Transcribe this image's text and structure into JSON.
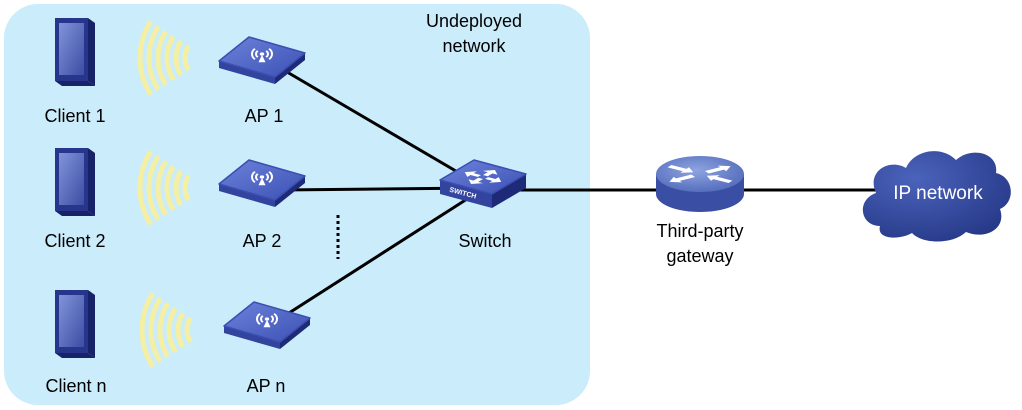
{
  "diagram": {
    "zone": {
      "title_line1": "Undeployed",
      "title_line2": "network"
    },
    "clients": [
      {
        "label": "Client 1",
        "icon": "tablet-client-icon"
      },
      {
        "label": "Client 2",
        "icon": "tablet-client-icon"
      },
      {
        "label": "Client n",
        "icon": "tablet-client-icon"
      }
    ],
    "wireless_icon": "wireless-signal-icon",
    "access_points": [
      {
        "label": "AP 1",
        "icon": "wireless-ap-icon"
      },
      {
        "label": "AP 2",
        "icon": "wireless-ap-icon"
      },
      {
        "label": "AP n",
        "icon": "wireless-ap-icon"
      }
    ],
    "switch": {
      "label": "Switch",
      "face_text": "SWITCH",
      "icon": "switch-icon"
    },
    "gateway": {
      "label_line1": "Third-party",
      "label_line2": "gateway",
      "icon": "router-icon"
    },
    "cloud": {
      "label": "IP network",
      "icon": "cloud-icon"
    }
  },
  "colors": {
    "zone_fill": "#cbecfb",
    "link": "#000000",
    "wave": "#f4efa2",
    "device_front": "#27368c",
    "device_side": "#172268",
    "ap_side_left": "#33449f",
    "ap_side_right": "#1e2a78",
    "router_side": "#3a4fa3",
    "cloud_fill": "#2a3d90",
    "label_text": "#000000",
    "cloud_text": "#ffffff",
    "icon_mark": "#ffffff"
  }
}
